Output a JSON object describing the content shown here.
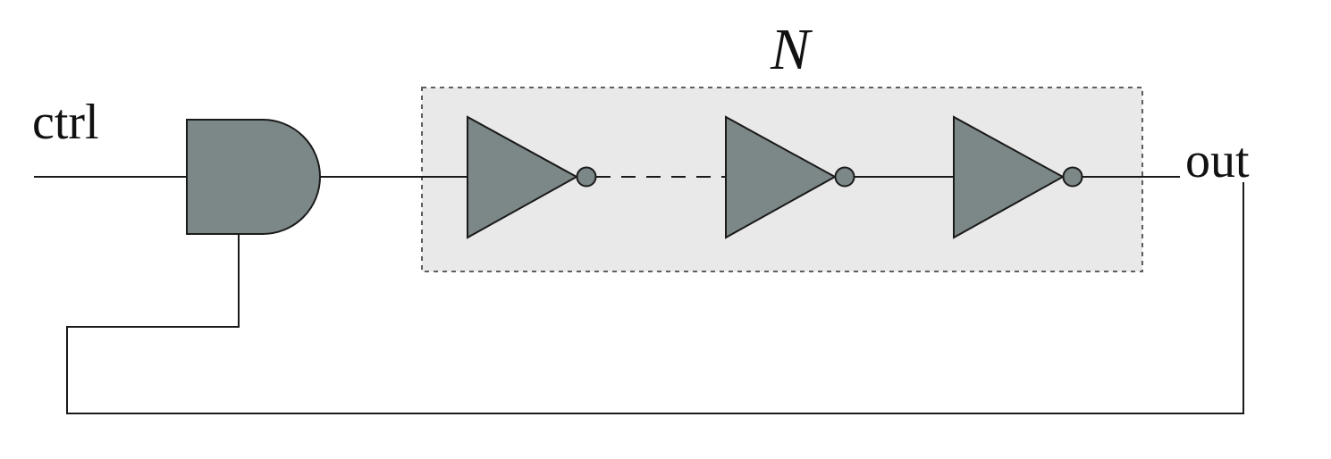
{
  "labels": {
    "input": "ctrl",
    "output": "out",
    "stage_count": "N"
  },
  "colors": {
    "gate_fill": "#7c8787",
    "box_fill": "#e9e9e9",
    "box_border": "#4a4a4a",
    "wire": "#1a1a1a"
  },
  "components": {
    "and_gate": "and-gate-icon",
    "inverters": [
      "inverter-icon",
      "inverter-icon",
      "inverter-icon"
    ]
  }
}
